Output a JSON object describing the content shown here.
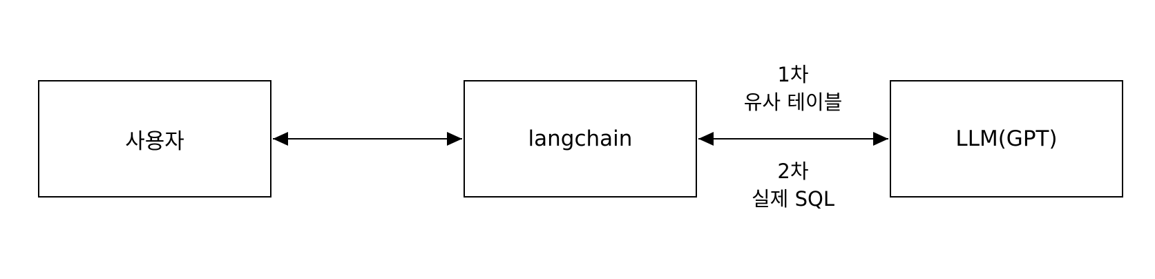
{
  "nodes": {
    "user": "사용자",
    "langchain": "langchain",
    "llm": "LLM(GPT)"
  },
  "edges": {
    "user_langchain": {
      "direction": "bidirectional"
    },
    "langchain_llm": {
      "direction": "bidirectional",
      "label_top": [
        "1차",
        "유사 테이블"
      ],
      "label_bottom": [
        "2차",
        "실제 SQL"
      ]
    }
  },
  "colors": {
    "stroke": "#000000",
    "background": "#ffffff"
  }
}
